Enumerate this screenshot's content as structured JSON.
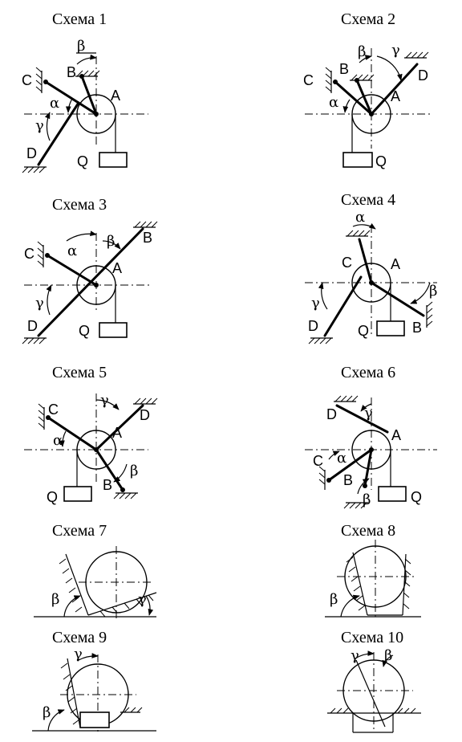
{
  "schemes": [
    {
      "title": "Схема 1",
      "labels": {
        "C": "C",
        "B": "B",
        "A": "A",
        "D": "D",
        "Q": "Q"
      },
      "angles": {
        "alpha": "α",
        "beta": "β",
        "gamma": "γ"
      }
    },
    {
      "title": "Схема 2",
      "labels": {
        "C": "C",
        "B": "B",
        "A": "A",
        "D": "D",
        "Q": "Q"
      },
      "angles": {
        "alpha": "α",
        "beta": "β",
        "gamma": "γ"
      }
    },
    {
      "title": "Схема 3",
      "labels": {
        "C": "C",
        "B": "B",
        "A": "A",
        "D": "D",
        "Q": "Q"
      },
      "angles": {
        "alpha": "α",
        "beta": "β",
        "gamma": "γ"
      }
    },
    {
      "title": "Схема 4",
      "labels": {
        "C": "C",
        "B": "B",
        "A": "A",
        "D": "D",
        "Q": "Q"
      },
      "angles": {
        "alpha": "α",
        "beta": "β",
        "gamma": "γ"
      }
    },
    {
      "title": "Схема 5",
      "labels": {
        "C": "C",
        "B": "B",
        "A": "A",
        "D": "D",
        "Q": "Q"
      },
      "angles": {
        "alpha": "α",
        "beta": "β",
        "gamma": "γ"
      }
    },
    {
      "title": "Схема 6",
      "labels": {
        "C": "C",
        "B": "B",
        "A": "A",
        "D": "D",
        "Q": "Q"
      },
      "angles": {
        "alpha": "α",
        "beta": "β",
        "gamma": "γ"
      }
    },
    {
      "title": "Схема 7",
      "angles": {
        "beta": "β",
        "gamma": "γ"
      }
    },
    {
      "title": "Схема 8",
      "angles": {
        "beta": "β"
      }
    },
    {
      "title": "Схема 9",
      "angles": {
        "beta": "β",
        "gamma": "γ"
      }
    },
    {
      "title": "Схема 10",
      "angles": {
        "beta": "β",
        "gamma": "γ"
      }
    }
  ]
}
